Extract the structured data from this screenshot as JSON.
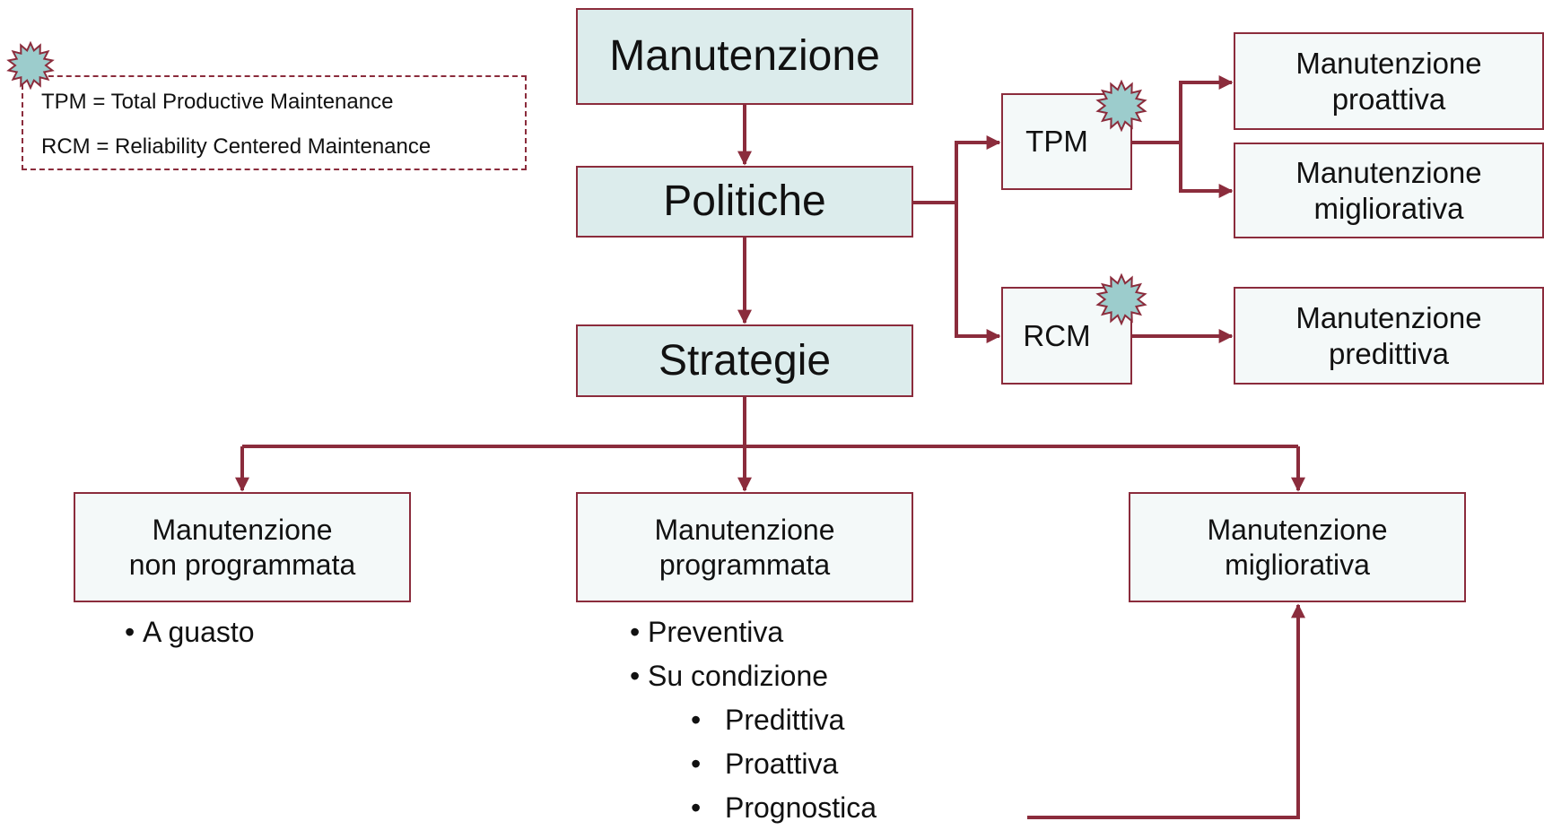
{
  "legend": {
    "lines": [
      "TPM = Total Productive  Maintenance",
      "RCM = Reliability Centered  Maintenance"
    ]
  },
  "boxes": {
    "manutenzione": "Manutenzione",
    "politiche": "Politiche",
    "strategie": "Strategie",
    "tpm": "TPM",
    "rcm": "RCM",
    "proattiva": "Manutenzione\nproattiva",
    "migliorativa_tpm": "Manutenzione\nmigliorativa",
    "predittiva": "Manutenzione\npredittiva",
    "non_programmata": "Manutenzione\nnon programmata",
    "programmata": "Manutenzione\nprogrammata",
    "migliorativa": "Manutenzione\nmigliorativa"
  },
  "lists": {
    "non_programmata": [
      {
        "text": "A guasto",
        "level": 1
      }
    ],
    "programmata": [
      {
        "text": "Preventiva",
        "level": 1
      },
      {
        "text": "Su condizione",
        "level": 1
      },
      {
        "text": "Predittiva",
        "level": 2
      },
      {
        "text": "Proattiva",
        "level": 2
      },
      {
        "text": "Prognostica",
        "level": 2
      }
    ]
  },
  "colors": {
    "line": "#8b2c3c",
    "box_fill": "#dcecec",
    "box_fill_light": "#f4f9f9",
    "star": "#9ccccc"
  },
  "icons": {
    "star": "starburst-icon"
  }
}
